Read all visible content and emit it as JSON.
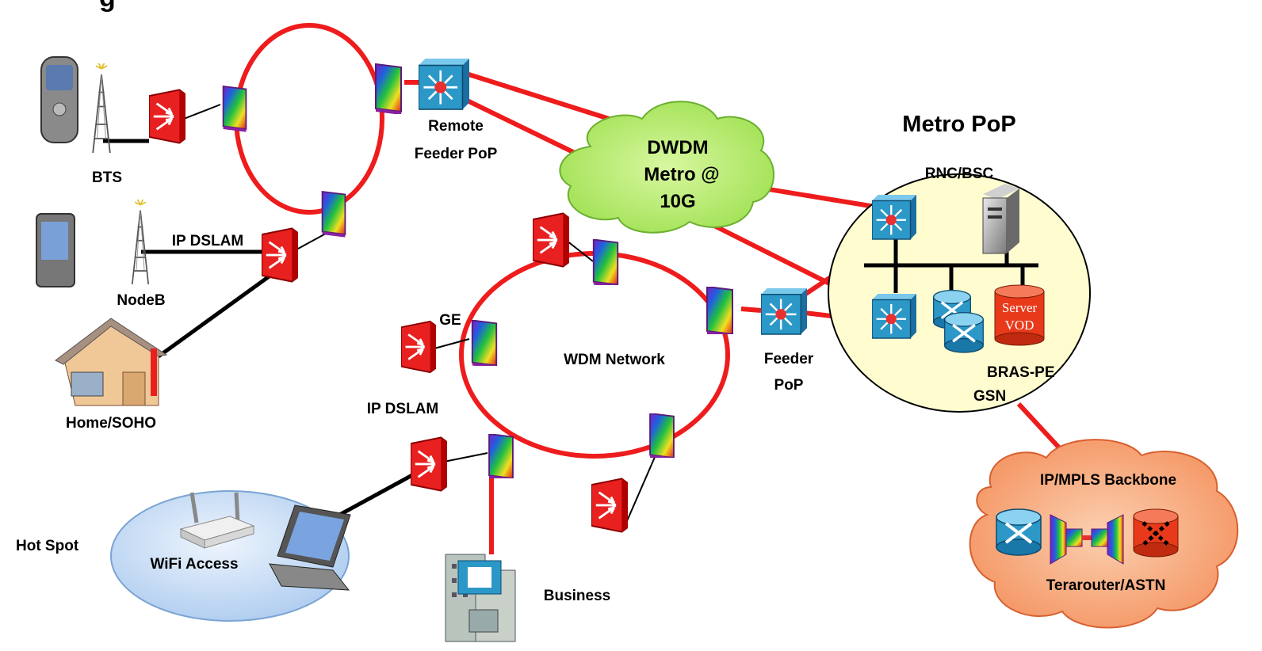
{
  "title_partial": "g",
  "labels": {
    "bts": "BTS",
    "nodeb": "NodeB",
    "home": "Home/SOHO",
    "ip_dslam_top": "IP DSLAM",
    "ip_dslam_left": "IP DSLAM",
    "ge": "GE",
    "remote_feeder_1": "Remote",
    "remote_feeder_2": "Feeder PoP",
    "dwdm_1": "DWDM",
    "dwdm_2": "Metro @",
    "dwdm_3": "10G",
    "wdm_network": "WDM Network",
    "feeder_1": "Feeder",
    "feeder_2": "PoP",
    "metro_pop": "Metro PoP",
    "rnc_bsc": "RNC/BSC",
    "server_1": "Server",
    "server_2": "VOD",
    "bras_1": "BRAS-PE",
    "bras_2": "GSN",
    "backbone_top": "IP/MPLS Backbone",
    "backbone_bottom": "Terarouter/ASTN",
    "hot_spot": "Hot Spot",
    "wifi": "WiFi Access",
    "business": "Business"
  },
  "colors": {
    "link_red": "#ee1c1c",
    "link_black": "#000000",
    "cloud_green": "#b8ee6a",
    "metro_yellow": "#fffdd0",
    "backbone_orange": "#f9a57a",
    "wifi_blue": "#bcd6f4",
    "switch_blue": "#2c98c8",
    "dslam_red": "#e82020"
  }
}
